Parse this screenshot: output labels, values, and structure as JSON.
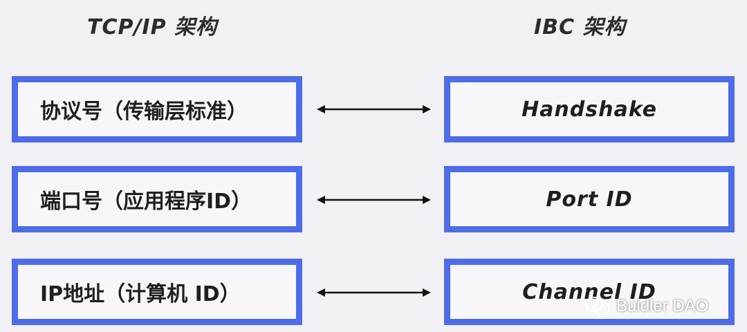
{
  "headings": {
    "left": "TCP/IP 架构",
    "right": "IBC 架构"
  },
  "rows": [
    {
      "left": "协议号（传输层标准）",
      "right": "Handshake"
    },
    {
      "left": "端口号（应用程序ID）",
      "right": "Port ID"
    },
    {
      "left": "IP地址（计算机 ID）",
      "right": "Channel ID"
    }
  ],
  "watermark": "Buidler DAO",
  "colors": {
    "background": "#f1f0f5",
    "box_border": "#4e6ce8",
    "text": "#1f1f1f",
    "arrow": "#111111"
  },
  "icons": {
    "arrow": "double-headed-arrow",
    "watermark": "wechat-icon"
  }
}
